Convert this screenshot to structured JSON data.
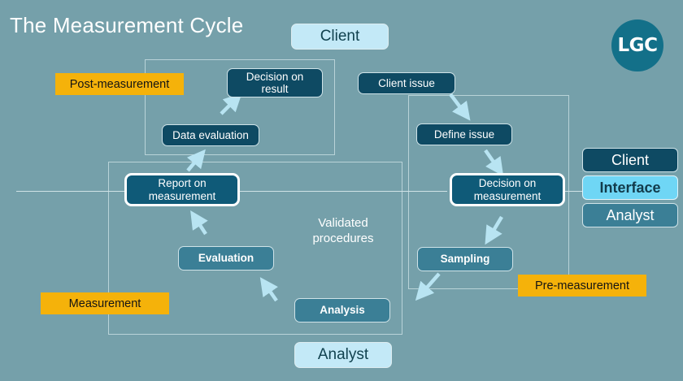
{
  "page": {
    "title": "The Measurement Cycle",
    "background_color": "#75a0aa"
  },
  "logo": {
    "text": "LGC",
    "color": "#137089"
  },
  "role_chips": [
    {
      "id": "client",
      "label": "Client"
    },
    {
      "id": "analyst",
      "label": "Analyst"
    }
  ],
  "phase_tags": [
    {
      "id": "post-measurement",
      "label": "Post-measurement",
      "color": "#f5b20a"
    },
    {
      "id": "measurement",
      "label": "Measurement",
      "color": "#f5b20a"
    },
    {
      "id": "pre-measurement",
      "label": "Pre-measurement",
      "color": "#f5b20a"
    }
  ],
  "nodes": [
    {
      "id": "decision-on-result",
      "label": "Decision on\nresult",
      "domain": "client"
    },
    {
      "id": "data-evaluation",
      "label": "Data evaluation",
      "domain": "client"
    },
    {
      "id": "report-on-measurement",
      "label": "Report on\nmeasurement",
      "domain": "interface"
    },
    {
      "id": "evaluation",
      "label": "Evaluation",
      "domain": "analyst"
    },
    {
      "id": "analysis",
      "label": "Analysis",
      "domain": "analyst"
    },
    {
      "id": "client-issue",
      "label": "Client issue",
      "domain": "client"
    },
    {
      "id": "define-issue",
      "label": "Define issue",
      "domain": "client"
    },
    {
      "id": "decision-on-measurement",
      "label": "Decision on\nmeasurement",
      "domain": "interface"
    },
    {
      "id": "sampling",
      "label": "Sampling",
      "domain": "analyst"
    }
  ],
  "node_labels": {
    "decision_on_result_l1": "Decision on",
    "decision_on_result_l2": "result",
    "data_evaluation": "Data evaluation",
    "report_on_measurement_l1": "Report on",
    "report_on_measurement_l2": "measurement",
    "evaluation": "Evaluation",
    "analysis": "Analysis",
    "client_issue": "Client issue",
    "define_issue": "Define issue",
    "decision_on_measurement_l1": "Decision on",
    "decision_on_measurement_l2": "measurement",
    "sampling": "Sampling"
  },
  "caption": {
    "line1": "Validated",
    "line2": "procedures"
  },
  "legend": {
    "items": [
      {
        "id": "client",
        "label": "Client",
        "color": "#0e4a63"
      },
      {
        "id": "interface",
        "label": "Interface",
        "color": "#6fd6f5"
      },
      {
        "id": "analyst",
        "label": "Analyst",
        "color": "#3b7f96"
      }
    ]
  },
  "legend_labels": {
    "client": "Client",
    "interface": "Interface",
    "analyst": "Analyst"
  },
  "chip_labels": {
    "client": "Client",
    "analyst": "Analyst"
  },
  "tag_labels": {
    "post": "Post-measurement",
    "measurement": "Measurement",
    "pre": "Pre-measurement"
  }
}
